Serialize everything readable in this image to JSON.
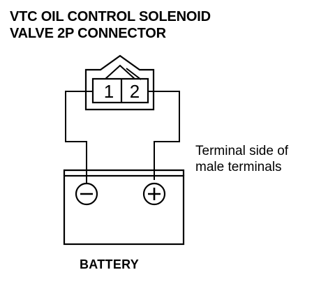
{
  "title": {
    "line1": "VTC OIL CONTROL SOLENOID",
    "line2": "VALVE 2P CONNECTOR"
  },
  "connector": {
    "pin1": "1",
    "pin2": "2"
  },
  "note": {
    "line1": "Terminal side of",
    "line2": "male terminals"
  },
  "battery": {
    "label": "BATTERY",
    "negative_symbol": "minus-icon",
    "positive_symbol": "plus-icon"
  }
}
